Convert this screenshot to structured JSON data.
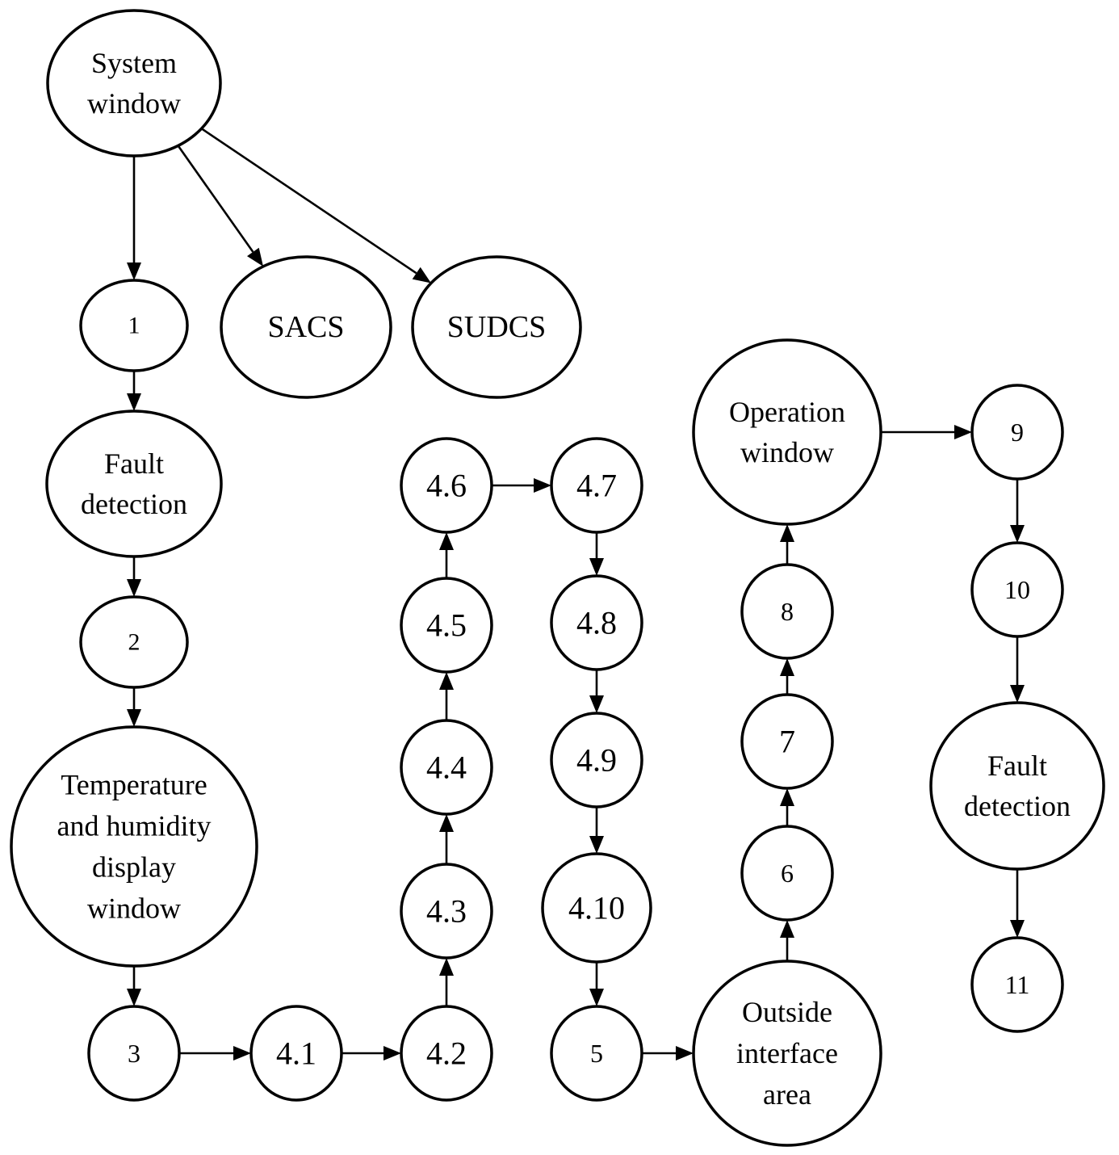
{
  "nodes": [
    {
      "id": "system-window",
      "lines": [
        "System",
        "window"
      ]
    },
    {
      "id": "n1",
      "lines": [
        "1"
      ]
    },
    {
      "id": "sacs",
      "lines": [
        "SACS"
      ]
    },
    {
      "id": "sudcs",
      "lines": [
        "SUDCS"
      ]
    },
    {
      "id": "fault-detection-1",
      "lines": [
        "Fault",
        "detection"
      ]
    },
    {
      "id": "n2",
      "lines": [
        "2"
      ]
    },
    {
      "id": "temp-humidity-window",
      "lines": [
        "Temperature",
        "and humidity",
        "display",
        "window"
      ]
    },
    {
      "id": "n3",
      "lines": [
        "3"
      ]
    },
    {
      "id": "n4-1",
      "lines": [
        "4.1"
      ]
    },
    {
      "id": "n4-2",
      "lines": [
        "4.2"
      ]
    },
    {
      "id": "n4-3",
      "lines": [
        "4.3"
      ]
    },
    {
      "id": "n4-4",
      "lines": [
        "4.4"
      ]
    },
    {
      "id": "n4-5",
      "lines": [
        "4.5"
      ]
    },
    {
      "id": "n4-6",
      "lines": [
        "4.6"
      ]
    },
    {
      "id": "n4-7",
      "lines": [
        "4.7"
      ]
    },
    {
      "id": "n4-8",
      "lines": [
        "4.8"
      ]
    },
    {
      "id": "n4-9",
      "lines": [
        "4.9"
      ]
    },
    {
      "id": "n4-10",
      "lines": [
        "4.10"
      ]
    },
    {
      "id": "n5",
      "lines": [
        "5"
      ]
    },
    {
      "id": "outside-interface-area",
      "lines": [
        "Outside",
        "interface",
        "area"
      ]
    },
    {
      "id": "n6",
      "lines": [
        "6"
      ]
    },
    {
      "id": "n7",
      "lines": [
        "7"
      ]
    },
    {
      "id": "n8",
      "lines": [
        "8"
      ]
    },
    {
      "id": "operation-window",
      "lines": [
        "Operation",
        "window"
      ]
    },
    {
      "id": "n9",
      "lines": [
        "9"
      ]
    },
    {
      "id": "n10",
      "lines": [
        "10"
      ]
    },
    {
      "id": "fault-detection-2",
      "lines": [
        "Fault",
        "detection"
      ]
    },
    {
      "id": "n11",
      "lines": [
        "11"
      ]
    }
  ],
  "edges": [
    {
      "from": "system-window",
      "to": "n1"
    },
    {
      "from": "system-window",
      "to": "sacs"
    },
    {
      "from": "system-window",
      "to": "sudcs"
    },
    {
      "from": "n1",
      "to": "fault-detection-1"
    },
    {
      "from": "fault-detection-1",
      "to": "n2"
    },
    {
      "from": "n2",
      "to": "temp-humidity-window"
    },
    {
      "from": "temp-humidity-window",
      "to": "n3"
    },
    {
      "from": "n3",
      "to": "n4-1"
    },
    {
      "from": "n4-1",
      "to": "n4-2"
    },
    {
      "from": "n4-2",
      "to": "n4-3"
    },
    {
      "from": "n4-3",
      "to": "n4-4"
    },
    {
      "from": "n4-4",
      "to": "n4-5"
    },
    {
      "from": "n4-5",
      "to": "n4-6"
    },
    {
      "from": "n4-6",
      "to": "n4-7"
    },
    {
      "from": "n4-7",
      "to": "n4-8"
    },
    {
      "from": "n4-8",
      "to": "n4-9"
    },
    {
      "from": "n4-9",
      "to": "n4-10"
    },
    {
      "from": "n4-10",
      "to": "n5"
    },
    {
      "from": "n5",
      "to": "outside-interface-area"
    },
    {
      "from": "outside-interface-area",
      "to": "n6"
    },
    {
      "from": "n6",
      "to": "n7"
    },
    {
      "from": "n7",
      "to": "n8"
    },
    {
      "from": "n8",
      "to": "operation-window"
    },
    {
      "from": "operation-window",
      "to": "n9"
    },
    {
      "from": "n9",
      "to": "n10"
    },
    {
      "from": "n10",
      "to": "fault-detection-2"
    },
    {
      "from": "fault-detection-2",
      "to": "n11"
    }
  ]
}
